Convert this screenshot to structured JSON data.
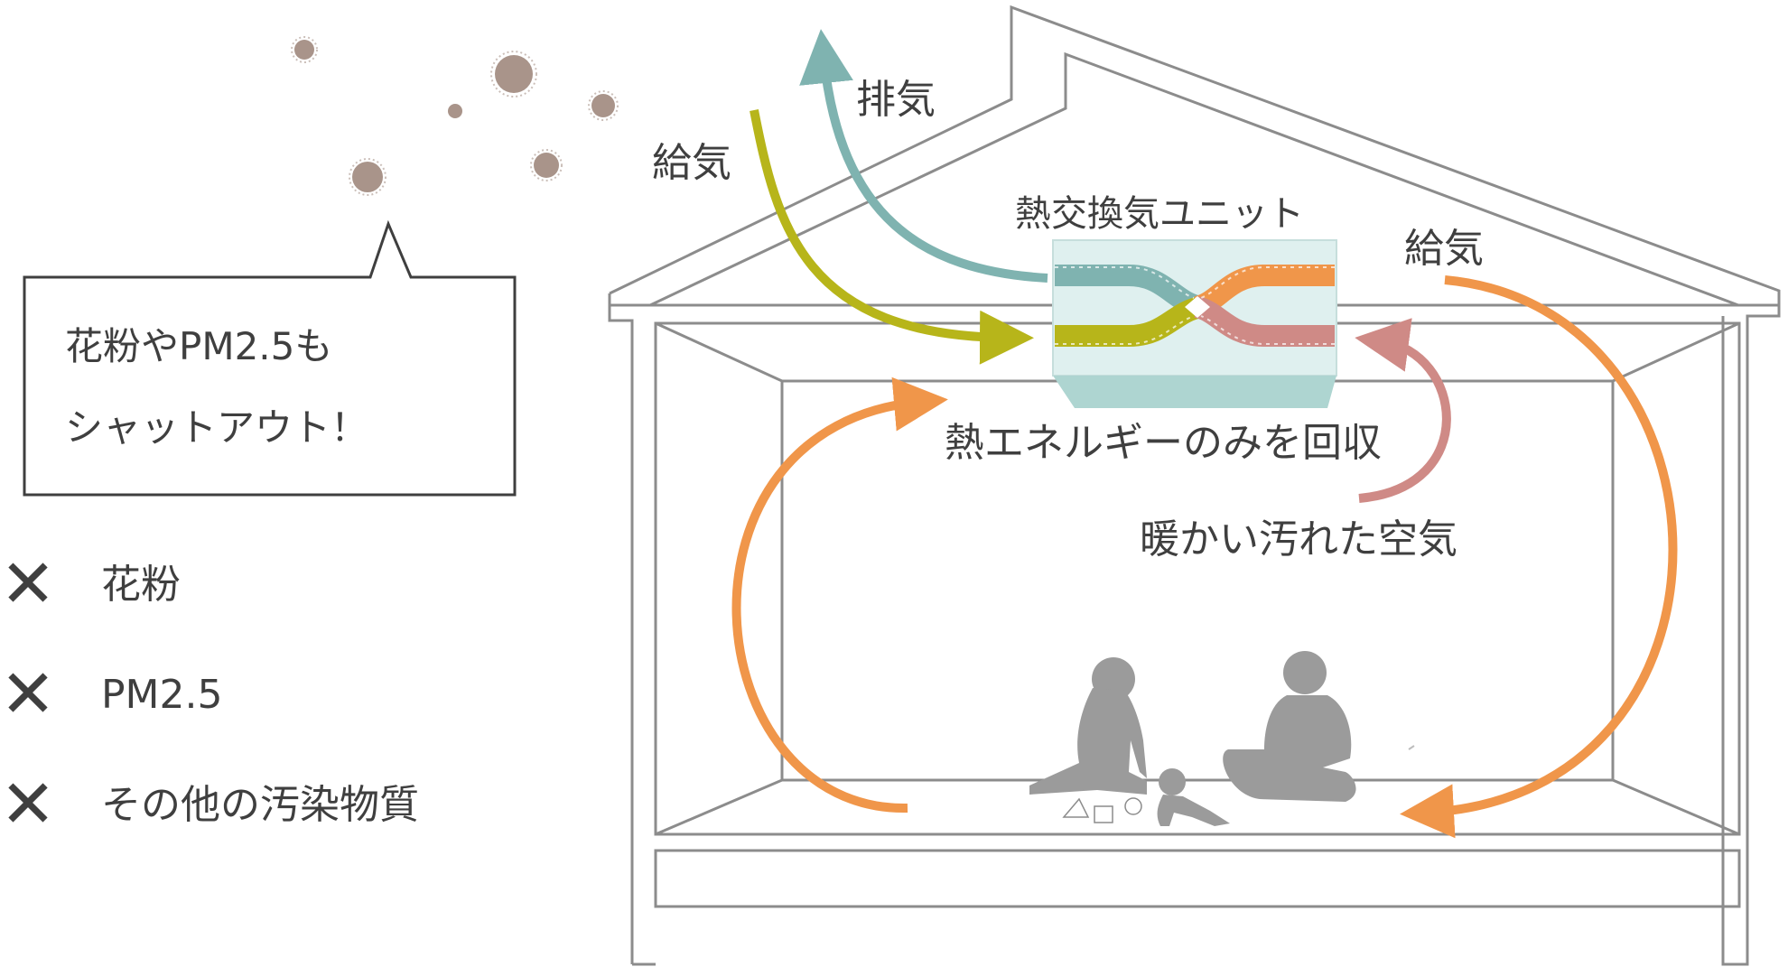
{
  "labels": {
    "exhaust": "排気",
    "supply_left": "給気",
    "supply_right": "給気",
    "unit": "熱交換気ユニット",
    "heat_recovery": "熱エネルギーのみを回収",
    "warm_air": "暖かい汚れた空気"
  },
  "callout": {
    "line1": "花粉やPM2.5も",
    "line2": "シャットアウト！"
  },
  "blocked": [
    {
      "mark": "✕",
      "label": "花粉"
    },
    {
      "mark": "✕",
      "label": "PM2.5"
    },
    {
      "mark": "✕",
      "label": "その他の汚染物質"
    }
  ],
  "colors": {
    "house_outline": "#8c8c8c",
    "exhaust_arrow": "#7fb3b0",
    "supply_outside": "#b7b51a",
    "supply_inside": "#f0964a",
    "warm_return": "#cf8a86",
    "unit_fill": "#dff0ef",
    "unit_base": "#aed5d1",
    "pollen": "#a9948a",
    "people": "#9b9b9b"
  }
}
